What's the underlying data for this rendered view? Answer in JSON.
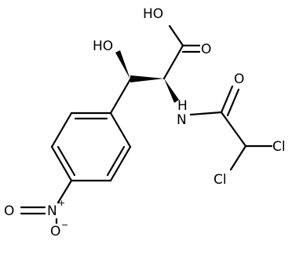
{
  "atoms": {
    "carboxyl_oh": "HO",
    "carbonyl_o_acid": "O",
    "hydroxyl": "HO",
    "amide_n": "N",
    "amide_h": "H",
    "amide_o": "O",
    "cl_upper": "Cl",
    "cl_lower": "Cl",
    "nitro_o_left": "O",
    "nitro_n": "N",
    "nitro_n_charge": "+",
    "nitro_o_bottom": "O",
    "nitro_o_charge": "−"
  }
}
